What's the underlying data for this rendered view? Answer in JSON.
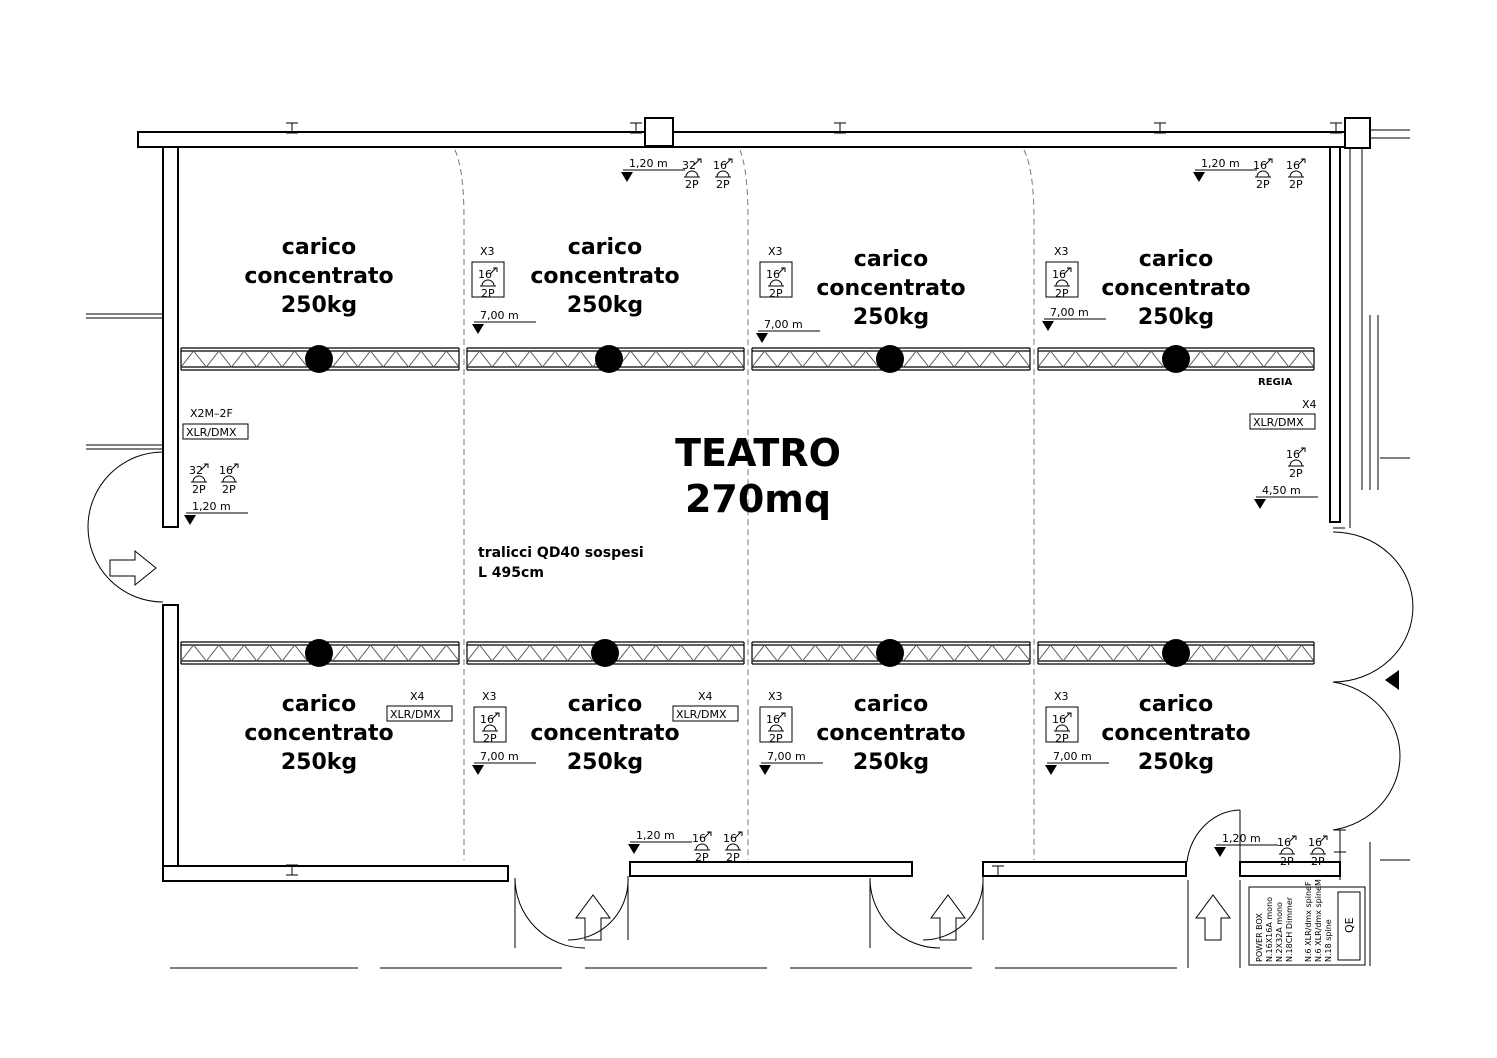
{
  "room": {
    "title": "TEATRO",
    "area": "270mq",
    "truss_note_line1": "tralicci QD40 sospesi",
    "truss_note_line2": "L 495cm",
    "regia_label": "REGIA"
  },
  "load_zone": {
    "line1": "carico",
    "line2": "concentrato",
    "line3": "250kg"
  },
  "heights": {
    "h120": "1,20  m",
    "h700": "7,00  m",
    "h450": "4,50  m"
  },
  "connectors": {
    "xlr_dmx": "XLR/DMX",
    "x2m2f": "X2M–2F",
    "x3": "X3",
    "x4": "X4",
    "amp16": "16",
    "amp32": "32",
    "poles": "2P"
  },
  "power_box": {
    "title": "POWER BOX",
    "line1": "N.16X16A mono",
    "line2": "N.2X32A mono",
    "line3": "N.18CH Dimmer",
    "line4": "N.6 XLR/dmx spineF",
    "line5": "N.6 XLR/dmx spineM",
    "line6": "N.18 spine",
    "panel_label": "QE"
  }
}
